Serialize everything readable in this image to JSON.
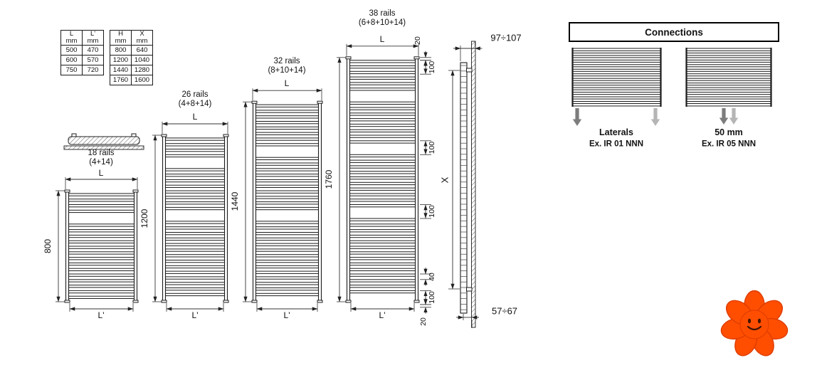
{
  "colors": {
    "line": "#1c1c1c",
    "arrow_dark": "#7d7d7d",
    "arrow_light": "#b5b5b5",
    "flower": "#ff4e00",
    "flower_outline": "#dd3c00",
    "face": "#431403"
  },
  "tables": {
    "length_table": {
      "col1_header": [
        "L",
        "mm"
      ],
      "col2_header": [
        "L'",
        "mm"
      ],
      "rows": [
        [
          "500",
          "470"
        ],
        [
          "600",
          "570"
        ],
        [
          "750",
          "720"
        ]
      ]
    },
    "height_table": {
      "col1_header": [
        "H",
        "mm"
      ],
      "col2_header": [
        "X",
        "mm"
      ],
      "rows": [
        [
          "800",
          "640"
        ],
        [
          "1200",
          "1040"
        ],
        [
          "1440",
          "1280"
        ],
        [
          "1760",
          "1600"
        ]
      ]
    }
  },
  "radiators": [
    {
      "rails_label": "18 rails",
      "groups_label": "(4+14)",
      "height_label": "800",
      "top_dim_label": "L",
      "bottom_dim_label": "L'"
    },
    {
      "rails_label": "26 rails",
      "groups_label": "(4+8+14)",
      "height_label": "1200",
      "top_dim_label": "L",
      "bottom_dim_label": "L'"
    },
    {
      "rails_label": "32 rails",
      "groups_label": "(8+10+14)",
      "height_label": "1440",
      "top_dim_label": "L",
      "bottom_dim_label": "L'"
    },
    {
      "rails_label": "38 rails",
      "groups_label": "(6+8+10+14)",
      "height_label": "1760",
      "top_dim_label": "L",
      "bottom_dim_label": "L'"
    }
  ],
  "detail_dims": [
    "20",
    "100",
    "100",
    "100",
    "40",
    "100",
    "20"
  ],
  "side_view": {
    "top_gap_label": "97÷107",
    "spacing_label": "X",
    "bottom_gap_label": "57÷67"
  },
  "connections": {
    "title": "Connections",
    "left": {
      "caption": "Laterals",
      "example_prefix": "Ex.",
      "example_code": "IR 01 NNN"
    },
    "right": {
      "caption": "50 mm",
      "example_prefix": "Ex.",
      "example_code": "IR 05 NNN"
    }
  }
}
